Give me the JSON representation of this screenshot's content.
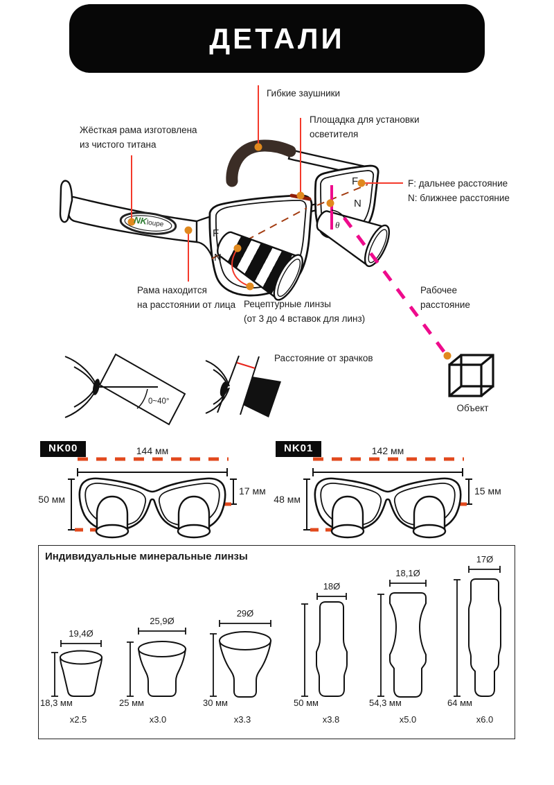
{
  "header": {
    "title": "ДЕТАЛИ"
  },
  "colors": {
    "annotation_red": "#f4392a",
    "dot_orange": "#e0891e",
    "measure_orange": "#e2491d",
    "lens_dash_brown": "#a33c11",
    "magenta": "#ee0b8c",
    "temple_dark": "#3b2d26",
    "logo_green": "#2f7d33"
  },
  "diagram": {
    "flexible_temples": "Гибкие заушники",
    "rigid_frame": [
      "Жёсткая рама изготовлена",
      "из чистого титана"
    ],
    "light_mount": [
      "Площадка для установки",
      "осветителя"
    ],
    "fn_legend": [
      "F: дальнее расстояние",
      "N: ближнее расстояние"
    ],
    "frame_distance": [
      "Рама находится",
      "на расстоянии от лица"
    ],
    "prescription": [
      "Рецептурные линзы",
      "(от 3 до 4 вставок для линз)"
    ],
    "working_distance": [
      "Рабочее",
      "расстояние"
    ],
    "object": "Объект",
    "pupil_distance": "Расстояние от зрачков",
    "angle_range": "0~40°",
    "f": "F",
    "n": "N",
    "theta": "θ",
    "logo_nk": "NK",
    "logo_loupe": "loupe"
  },
  "frames": [
    {
      "model": "NK00",
      "width": "144 мм",
      "height": "50 мм",
      "lens_height": "17 мм"
    },
    {
      "model": "NK01",
      "width": "142 мм",
      "height": "48 мм",
      "lens_height": "15 мм"
    }
  ],
  "mineral_lenses": {
    "title": "Индивидуальные минеральные линзы",
    "items": [
      {
        "diameter": "19,4Ø",
        "height": "18,3 мм",
        "magnification": "x2.5"
      },
      {
        "diameter": "25,9Ø",
        "height": "25 мм",
        "magnification": "x3.0"
      },
      {
        "diameter": "29Ø",
        "height": "30 мм",
        "magnification": "x3.3"
      },
      {
        "diameter": "18Ø",
        "height": "50 мм",
        "magnification": "x3.8"
      },
      {
        "diameter": "18,1Ø",
        "height": "54,3 мм",
        "magnification": "x5.0"
      },
      {
        "diameter": "17Ø",
        "height": "64 мм",
        "magnification": "x6.0"
      }
    ]
  }
}
